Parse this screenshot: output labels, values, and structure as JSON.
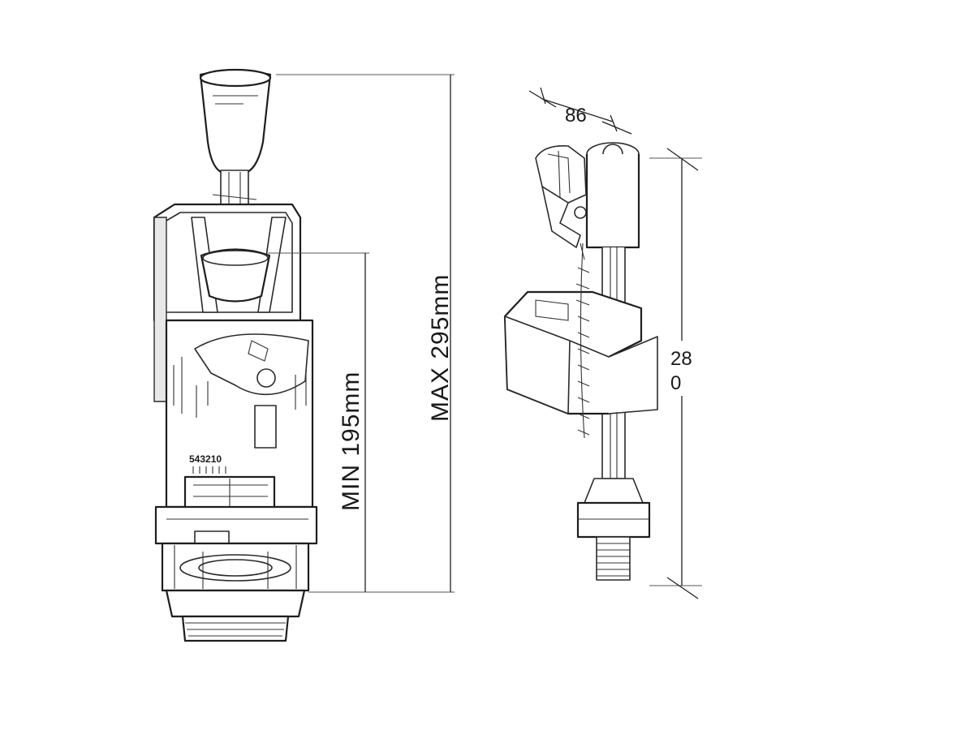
{
  "diagram": {
    "flush_valve": {
      "max_label": "MAX 295mm",
      "min_label": "MIN 195mm",
      "scale_label": "543210"
    },
    "fill_valve": {
      "width_label": "86",
      "height_label_line1": "28",
      "height_label_line2": "0"
    }
  }
}
